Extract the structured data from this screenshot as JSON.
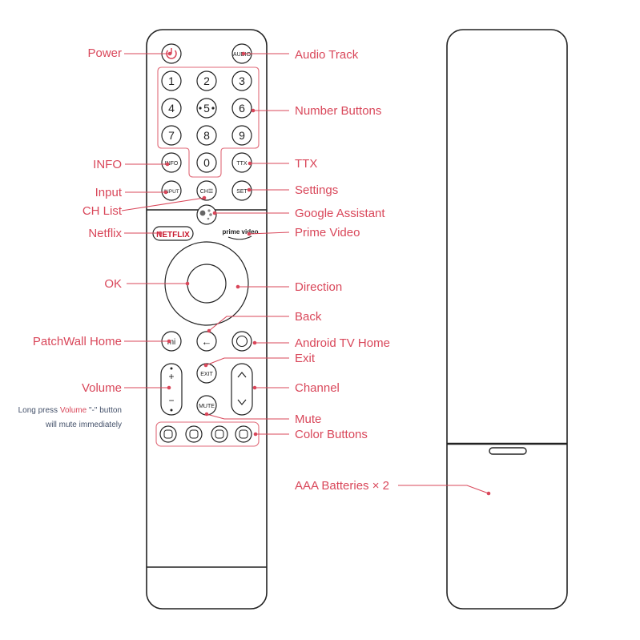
{
  "labels": {
    "power": "Power",
    "audio_track": "Audio Track",
    "number_buttons": "Number Buttons",
    "info": "INFO",
    "ttx": "TTX",
    "input": "Input",
    "settings": "Settings",
    "ch_list": "CH List",
    "google_assistant": "Google Assistant",
    "netflix": "Netflix",
    "prime_video": "Prime Video",
    "ok": "OK",
    "direction": "Direction",
    "back": "Back",
    "patchwall_home": "PatchWall Home",
    "android_tv_home": "Android TV Home",
    "exit": "Exit",
    "volume": "Volume",
    "channel": "Channel",
    "mute": "Mute",
    "color_buttons": "Color Buttons",
    "batteries": "AAA Batteries × 2"
  },
  "note": {
    "part1": "Long press ",
    "highlight": "Volume",
    "part2": "  \"-\" button",
    "line2": "will mute immediately"
  },
  "keys": {
    "audio": "AUDIO",
    "digits": [
      "1",
      "2",
      "3",
      "4",
      "5",
      "6",
      "7",
      "8",
      "9"
    ],
    "zero": "0",
    "info": "INFO",
    "ttx": "TTX",
    "input": "INPUT",
    "chlist": "CH☰",
    "set": "SET",
    "netflix": "NETFLIX",
    "prime_video": "prime video",
    "mi": "mi",
    "back_arrow": "←",
    "exit": "EXIT",
    "mute": "MUTE",
    "plus": "+",
    "minus": "−",
    "ch_up": "^",
    "ch_down": "v"
  },
  "colors": {
    "label": "#d9475a",
    "note": "#44516a",
    "outline": "#222222",
    "netflix": "#c8192e"
  }
}
